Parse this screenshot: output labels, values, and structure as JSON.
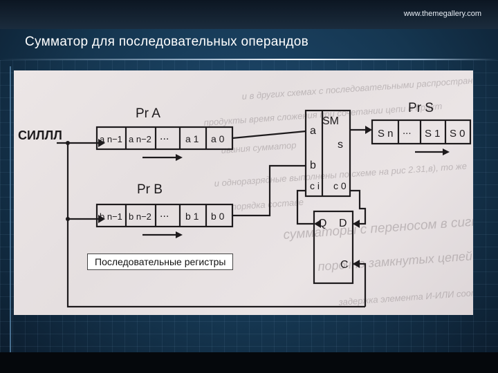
{
  "header": {
    "site_url": "www.themegallery.com",
    "title": "Сумматор для последовательных операндов"
  },
  "diagram": {
    "caption": "Последовательные регистры",
    "input_label": "СИЛЛЛ",
    "register_a": {
      "label": "Pr A",
      "cells": [
        "a n−1",
        "a n−2",
        "...",
        "a 1",
        "a 0"
      ]
    },
    "register_b": {
      "label": "Pr B",
      "cells": [
        "b n−1",
        "b n−2",
        "...",
        "b 1",
        "b 0"
      ]
    },
    "register_s": {
      "label": "Pr S",
      "cells": [
        "S n",
        "...",
        "S 1",
        "S 0"
      ]
    },
    "adder": {
      "label": "SM",
      "inputs": [
        "a",
        "b",
        "c i"
      ],
      "outputs": [
        "s",
        "c 0"
      ]
    },
    "flipflop": {
      "pins": [
        "Q",
        "D",
        "C"
      ]
    },
    "background_text": [
      "и в других схемах с последовательными распространением сигнала от ра",
      "продукты время сложения при сочетании цепи и практ",
      "ивания сумматор",
      "и одноразрядные выполнены по схеме на рис 2.31,в), то же",
      "порядка составе",
      "сумматоры с переносом в сигналы передач",
      "порочно замкнутых цепей",
      "задержка элемента И-ИЛИ соответственно ..."
    ]
  },
  "colors": {
    "ink": "#1d1a1c",
    "paper": "#e9e3e4",
    "accent": "#8fb0cf"
  }
}
